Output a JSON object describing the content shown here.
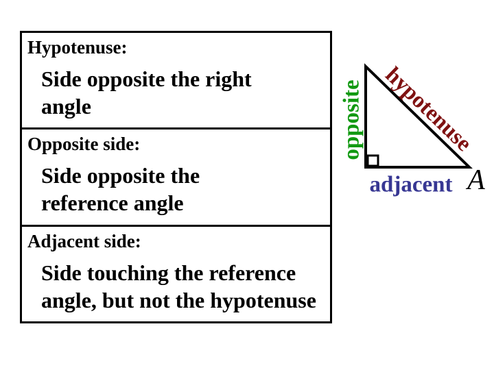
{
  "slide": {
    "background": "#ffffff"
  },
  "definitions_table": {
    "rows": [
      {
        "term": "Hypotenuse:",
        "definition_lines": [
          "Side opposite the right",
          "angle"
        ]
      },
      {
        "term": "Opposite side:",
        "definition_lines": [
          "Side opposite the",
          "reference angle"
        ]
      },
      {
        "term": "Adjacent side:",
        "definition_lines": [
          "Side touching the reference",
          "angle, but not the hypotenuse"
        ]
      }
    ]
  },
  "triangle_figure": {
    "stroke_color": "#000000",
    "labels": {
      "opposite": {
        "text": "opposite",
        "color": "#119911"
      },
      "hypotenuse": {
        "text": "hypotenuse",
        "color": "#7F1111"
      },
      "adjacent": {
        "text": "adjacent",
        "color": "#373793"
      },
      "angle": {
        "text": "A",
        "color": "#000000"
      }
    }
  }
}
